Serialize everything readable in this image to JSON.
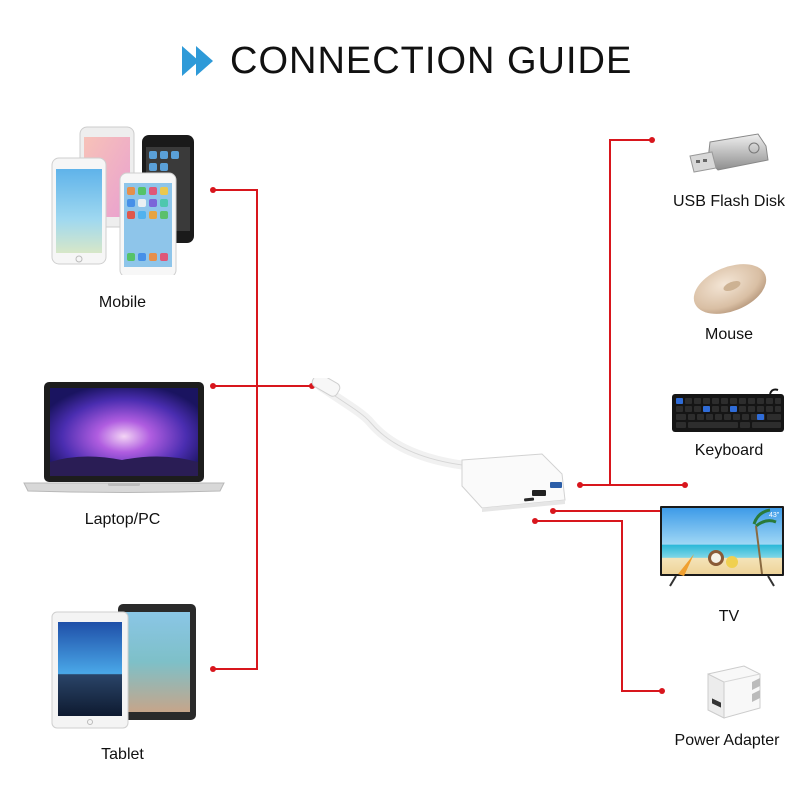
{
  "title": {
    "text": "CONNECTION GUIDE",
    "icon": "double-play-icon",
    "icon_color": "#2e9ad8"
  },
  "accent_color": "#d8161d",
  "devices_left": [
    {
      "name": "mobile",
      "label": "Mobile",
      "icon": "smartphones-icon"
    },
    {
      "name": "laptop",
      "label": "Laptop/PC",
      "icon": "laptop-icon"
    },
    {
      "name": "tablet",
      "label": "Tablet",
      "icon": "tablets-icon"
    }
  ],
  "devices_right": [
    {
      "name": "usb-flash-disk",
      "label": "USB Flash Disk",
      "icon": "usb-flash-drive-icon"
    },
    {
      "name": "mouse",
      "label": "Mouse",
      "icon": "mouse-icon"
    },
    {
      "name": "keyboard",
      "label": "Keyboard",
      "icon": "keyboard-icon"
    },
    {
      "name": "tv",
      "label": "TV",
      "icon": "tv-icon",
      "badge": "43\""
    },
    {
      "name": "power-adapter",
      "label": "Power Adapter",
      "icon": "power-adapter-icon"
    }
  ],
  "hub": {
    "icon": "usb-c-hub-icon"
  }
}
